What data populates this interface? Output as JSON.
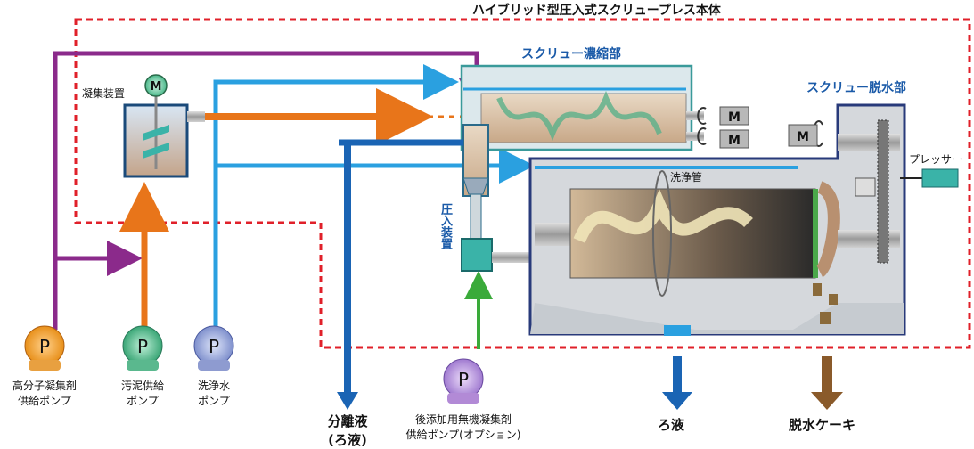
{
  "title": "ハイブリッド型圧入式スクリュープレス本体",
  "sections": {
    "screw_thickening": "スクリュー濃縮部",
    "screw_dewatering": "スクリュー脱水部",
    "coagulation_unit": "凝集装置",
    "press_in_unit": "圧入装置",
    "wash_pipe": "洗浄管",
    "presser": "プレッサー"
  },
  "pumps": [
    {
      "letter": "P",
      "label_line1": "高分子凝集剤",
      "label_line2": "供給ポンプ",
      "color": "#f0a030"
    },
    {
      "letter": "P",
      "label_line1": "汚泥供給",
      "label_line2": "ポンプ",
      "color": "#58b88e"
    },
    {
      "letter": "P",
      "label_line1": "洗浄水",
      "label_line2": "ポンプ",
      "color": "#8e9bd0"
    },
    {
      "letter": "P",
      "label_line1": "後添加用無機凝集剤",
      "label_line2": "供給ポンプ(オプション)",
      "color": "#b28ad6"
    }
  ],
  "motors": {
    "letter": "M"
  },
  "outputs": {
    "separated_liquid_line1": "分離液",
    "separated_liquid_line2": "(ろ液)",
    "filtrate": "ろ液",
    "cake": "脱水ケーキ"
  },
  "colors": {
    "purple_line": "#8b2a8b",
    "orange_line": "#e8751a",
    "light_blue_line": "#2aa0e0",
    "dark_blue_arrow": "#1a64b4",
    "green_line": "#3aaa3a",
    "brown_arrow": "#8a5a2a",
    "red_dashed": "#e0202a"
  }
}
